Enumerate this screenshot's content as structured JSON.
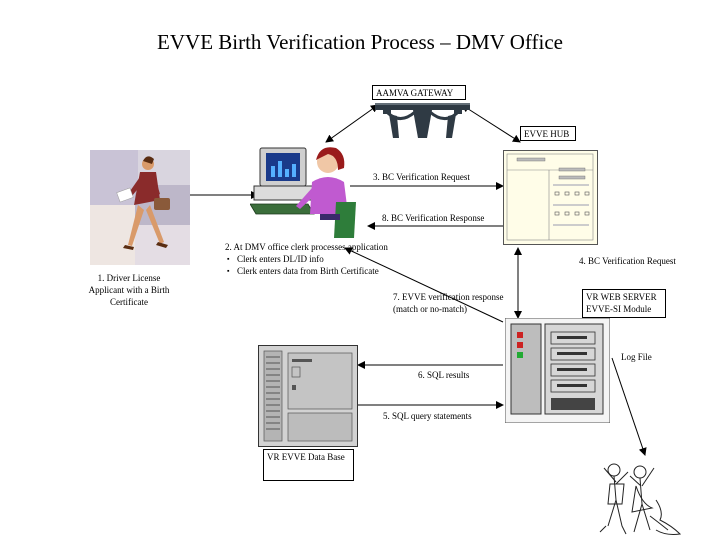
{
  "title": "EVVE Birth Verification Process – DMV Office",
  "nodes": {
    "gateway": "AAMVA GATEWAY",
    "hub": "EVVE HUB",
    "applicant": "1. Driver License Applicant with a Birth Certificate",
    "server": "VR WEB SERVER EVVE-SI Module",
    "database": "VR EVVE Data Base",
    "log": "Log File"
  },
  "clerk_step": {
    "heading": "2. At DMV office clerk processes application",
    "bullets": [
      "Clerk enters DL/ID info",
      "Clerk enters data from Birth Certificate"
    ]
  },
  "flows": {
    "request": "3. BC Verification Request",
    "hub_request": "4. BC Verification Request",
    "sql_query": "5. SQL query statements",
    "sql_results": "6. SQL results",
    "evve_response": "7. EVVE verification response (match or no-match)",
    "response": "8. BC Verification Response"
  },
  "icons": [
    "bridge-icon",
    "hub-server-icon",
    "walking-woman-icon",
    "clerk-computer-icon",
    "server-rack-icon",
    "database-computer-icon",
    "celebrating-people-icon"
  ]
}
